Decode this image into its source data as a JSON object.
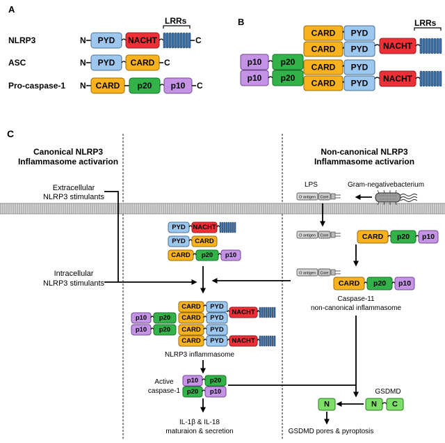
{
  "panel_a": {
    "letter": "A",
    "lrr_label": "LRRs",
    "rows": [
      {
        "name": "NLRP3",
        "n": "N",
        "c": "C",
        "domains": [
          "PYD",
          "NACHT"
        ]
      },
      {
        "name": "ASC",
        "n": "N",
        "c": "C",
        "domains": [
          "PYD",
          "CARD"
        ]
      },
      {
        "name": "Pro-caspase-1",
        "n": "N",
        "c": "C",
        "domains": [
          "CARD",
          "p20",
          "p10"
        ]
      }
    ]
  },
  "panel_b": {
    "letter": "B",
    "lrr_label": "LRRs"
  },
  "panel_c": {
    "letter": "C",
    "canonical_title_1": "Canonical NLRP3",
    "canonical_title_2": "Inflammasome activarion",
    "noncanonical_title_1": "Non-canonical NLRP3",
    "noncanonical_title_2": "Inflammasome activarion",
    "extracellular_1": "Extracellular",
    "extracellular_2": "NLRP3 stimulants",
    "intracellular_1": "Intracellular",
    "intracellular_2": "NLRP3 stimulants",
    "lps": "LPS",
    "bacterium": "Gram-negativebacterium",
    "o_antigen": "O antigen",
    "core": "Core",
    "caspase11_1": "Caspase-11",
    "caspase11_2": "non-canonical inflammasome",
    "nlrp3_inflammasome": "NLRP3 inflammasome",
    "active_caspase_1": "Active",
    "active_caspase_2": "caspase-1",
    "il_1": "IL-1β & IL-18",
    "il_2": "maturaion & secretion",
    "gsdmd": "GSDMD",
    "gsdmd_n": "N",
    "gsdmd_c": "C",
    "pores": "GSDMD pores & pyroptosis"
  },
  "domain_labels": {
    "pyd": "PYD",
    "nacht": "NACHT",
    "card": "CARD",
    "p20": "p20",
    "p10": "p10"
  },
  "colors": {
    "pyd": "#9cc8f0",
    "nacht": "#ee2f36",
    "card": "#f8b21e",
    "p20": "#33b24a",
    "p10": "#c493e6",
    "lrr": "#3f72a8",
    "gsdmd": "#7ddf67",
    "membrane": "#b9b9b9"
  }
}
